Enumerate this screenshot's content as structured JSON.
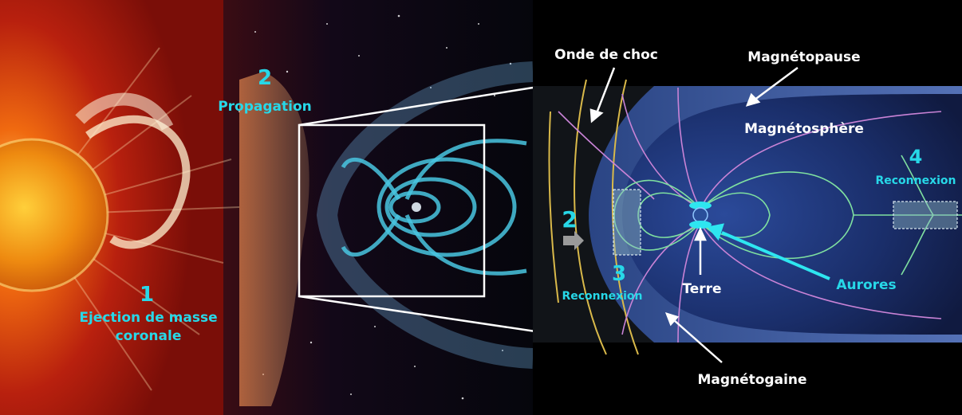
{
  "labels": {
    "step1_number": "1",
    "step1_text_line1": "Ejection de masse",
    "step1_text_line2": "coronale",
    "step2_number": "2",
    "step2_text": "Propagation",
    "step2_inset_number": "2",
    "step3_number": "3",
    "step3_text": "Reconnexion",
    "step4_number": "4",
    "step4_text": "Reconnexion",
    "bow_shock": "Onde de choc",
    "magnetopause": "Magnétopause",
    "magnetosphere": "Magnétosphère",
    "earth": "Terre",
    "aurorae": "Aurores",
    "magnetosheath": "Magnétogaine"
  },
  "colors": {
    "step_label": "#27d8e8",
    "white_label": "#ffffff",
    "field_pink": "#c983d6",
    "field_green": "#7fe0a0",
    "shock_yellow": "#d9b94a",
    "magnetosphere_blue": "#4d6fb8",
    "aurora_cyan": "#2ee6f0"
  }
}
